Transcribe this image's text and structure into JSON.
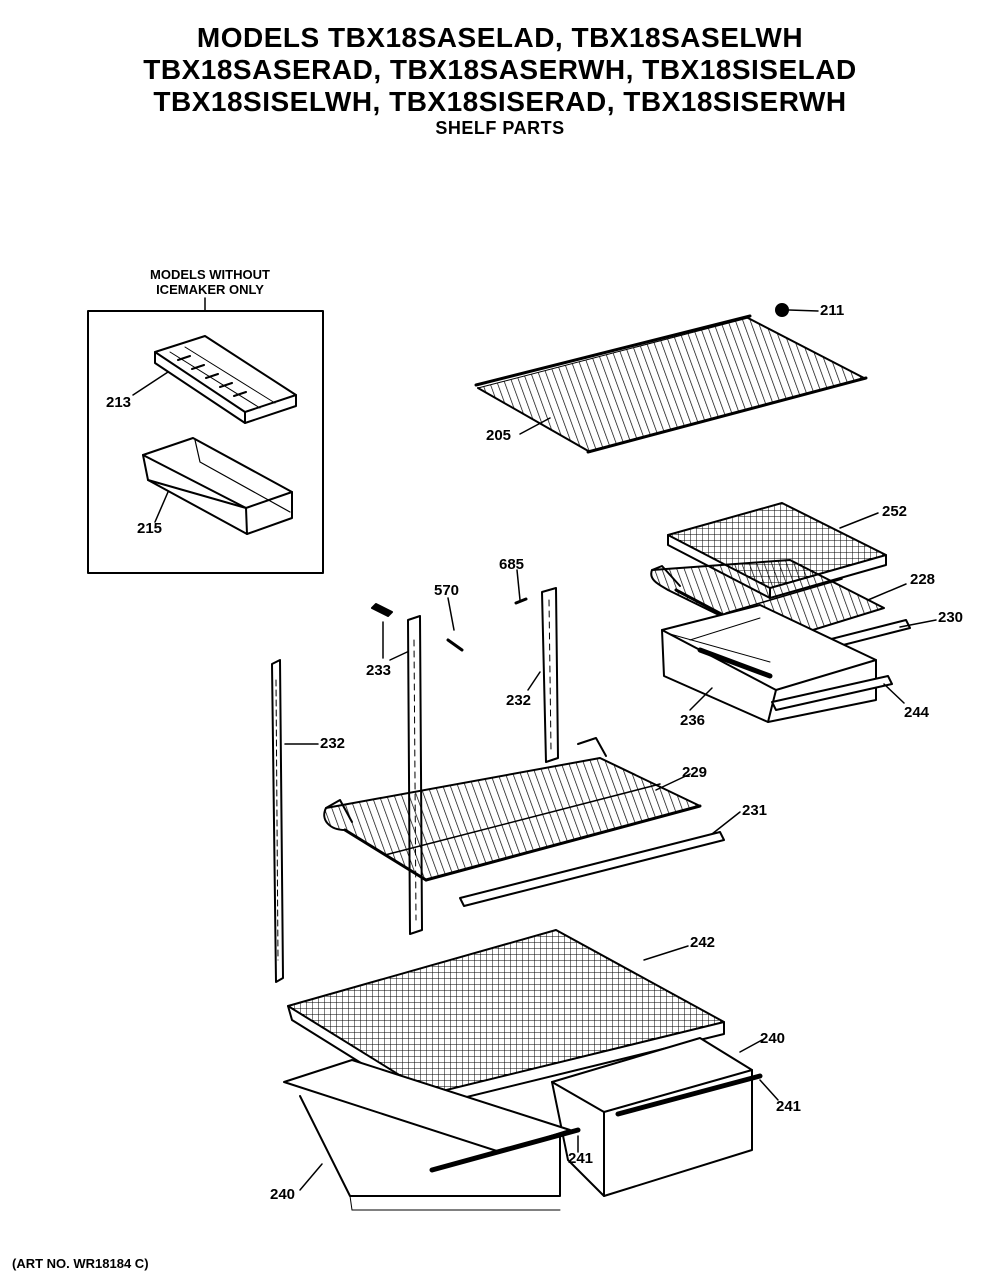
{
  "header": {
    "line1": "MODELS TBX18SASELAD, TBX18SASELWH",
    "line2": "TBX18SASERAD, TBX18SASERWH, TBX18SISELAD",
    "line3": "TBX18SISELWH, TBX18SISERAD, TBX18SISERWH",
    "line4": "SHELF PARTS"
  },
  "inset": {
    "note_line1": "MODELS WITHOUT",
    "note_line2": "ICEMAKER ONLY"
  },
  "callouts": {
    "p211": "211",
    "p205": "205",
    "p213": "213",
    "p215": "215",
    "p252": "252",
    "p228": "228",
    "p230": "230",
    "p244": "244",
    "p236": "236",
    "p685": "685",
    "p570": "570",
    "p233": "233",
    "p232a": "232",
    "p232b": "232",
    "p229": "229",
    "p231": "231",
    "p242": "242",
    "p240a": "240",
    "p241a": "241",
    "p241b": "241",
    "p240b": "240"
  },
  "footer": {
    "art_no": "(ART NO. WR18184 C)"
  }
}
